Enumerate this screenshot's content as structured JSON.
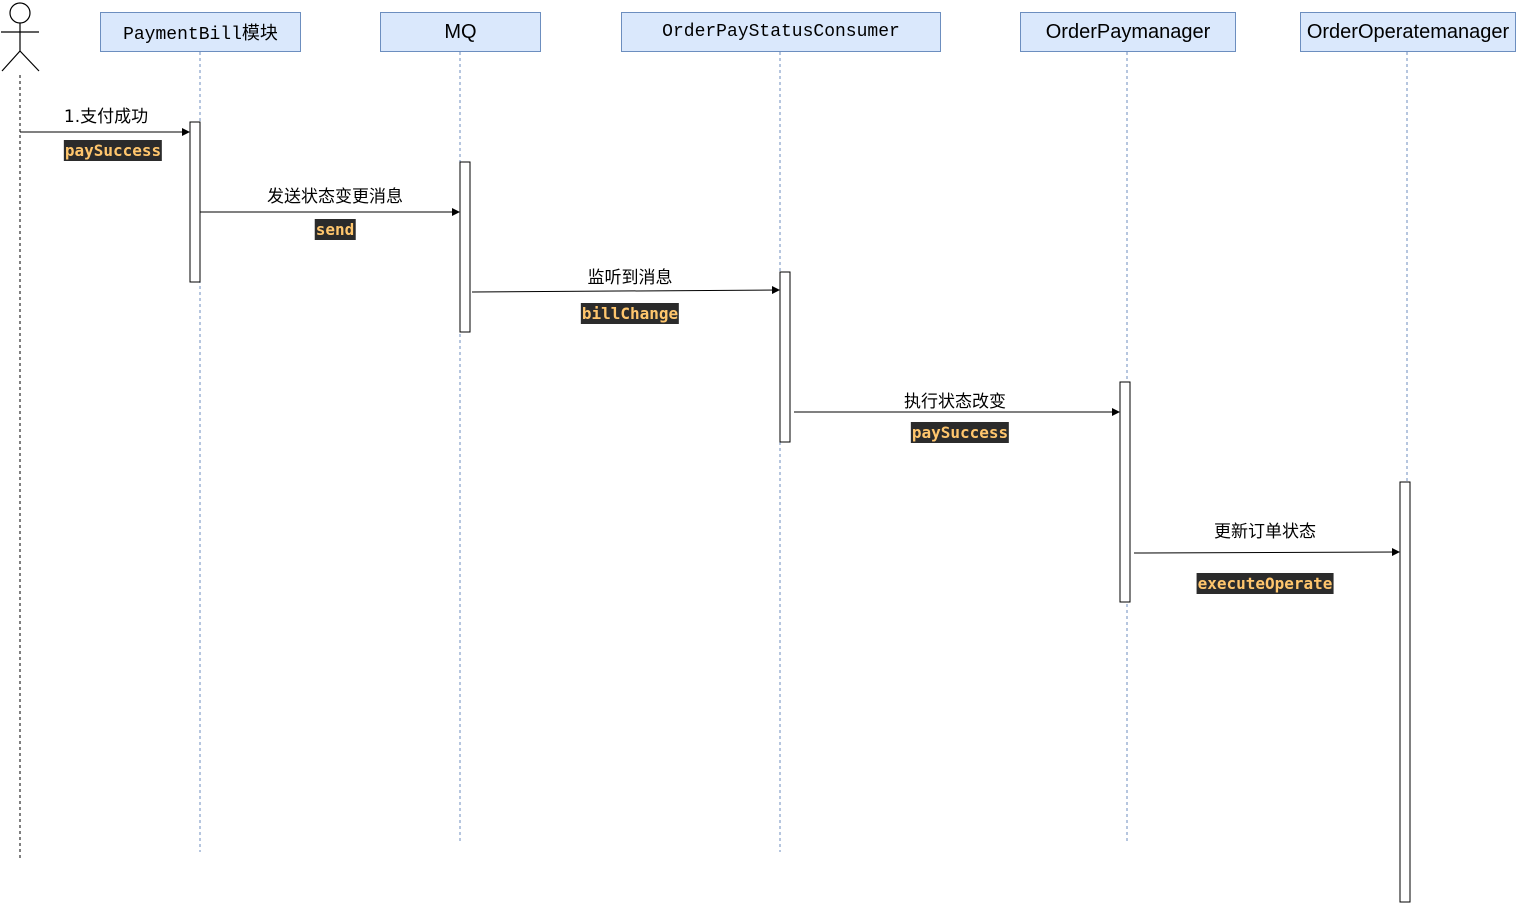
{
  "participants": [
    {
      "id": "actor",
      "name": "",
      "type": "actor"
    },
    {
      "id": "paymentbill",
      "name": "PaymentBill模块",
      "font": "mono"
    },
    {
      "id": "mq",
      "name": "MQ",
      "font": "sans"
    },
    {
      "id": "consumer",
      "name": "OrderPayStatusConsumer",
      "font": "mono"
    },
    {
      "id": "paymanager",
      "name": "OrderPaymanager",
      "font": "sans"
    },
    {
      "id": "operatemanager",
      "name": "OrderOperatemanager",
      "font": "sans"
    }
  ],
  "messages": [
    {
      "from": "actor",
      "to": "paymentbill",
      "label": "1.支付成功",
      "method": "paySuccess"
    },
    {
      "from": "paymentbill",
      "to": "mq",
      "label": "发送状态变更消息",
      "method": "send"
    },
    {
      "from": "mq",
      "to": "consumer",
      "label": "监听到消息",
      "method": "billChange"
    },
    {
      "from": "consumer",
      "to": "paymanager",
      "label": "执行状态改变",
      "method": "paySuccess"
    },
    {
      "from": "paymanager",
      "to": "operatemanager",
      "label": "更新订单状态",
      "method": "executeOperate"
    }
  ],
  "colors": {
    "header_fill": "#dae8fc",
    "header_border": "#6c8ebf",
    "lifeline": "#6c8ebf",
    "code_bg": "#2b2b2b",
    "code_fg": "#ffc66d"
  }
}
